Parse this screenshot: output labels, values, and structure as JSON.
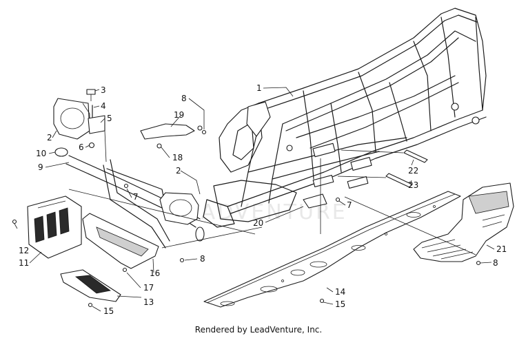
{
  "footer": {
    "credit": "Rendered by LeadVenture, Inc."
  },
  "watermark": "LEADVENTURE",
  "callouts": [
    {
      "id": "c1",
      "label": "1"
    },
    {
      "id": "c2a",
      "label": "2"
    },
    {
      "id": "c2b",
      "label": "2"
    },
    {
      "id": "c3",
      "label": "3"
    },
    {
      "id": "c4",
      "label": "4"
    },
    {
      "id": "c5",
      "label": "5"
    },
    {
      "id": "c6",
      "label": "6"
    },
    {
      "id": "c7a",
      "label": "7"
    },
    {
      "id": "c7b",
      "label": "7"
    },
    {
      "id": "c8a",
      "label": "8"
    },
    {
      "id": "c8b",
      "label": "8"
    },
    {
      "id": "c8c",
      "label": "8"
    },
    {
      "id": "c9",
      "label": "9"
    },
    {
      "id": "c10",
      "label": "10"
    },
    {
      "id": "c11",
      "label": "11"
    },
    {
      "id": "c12",
      "label": "12"
    },
    {
      "id": "c13",
      "label": "13"
    },
    {
      "id": "c14",
      "label": "14"
    },
    {
      "id": "c15a",
      "label": "15"
    },
    {
      "id": "c15b",
      "label": "15"
    },
    {
      "id": "c16",
      "label": "16"
    },
    {
      "id": "c17",
      "label": "17"
    },
    {
      "id": "c18",
      "label": "18"
    },
    {
      "id": "c19",
      "label": "19"
    },
    {
      "id": "c20",
      "label": "20"
    },
    {
      "id": "c21",
      "label": "21"
    },
    {
      "id": "c22",
      "label": "22"
    },
    {
      "id": "c23",
      "label": "23"
    }
  ]
}
